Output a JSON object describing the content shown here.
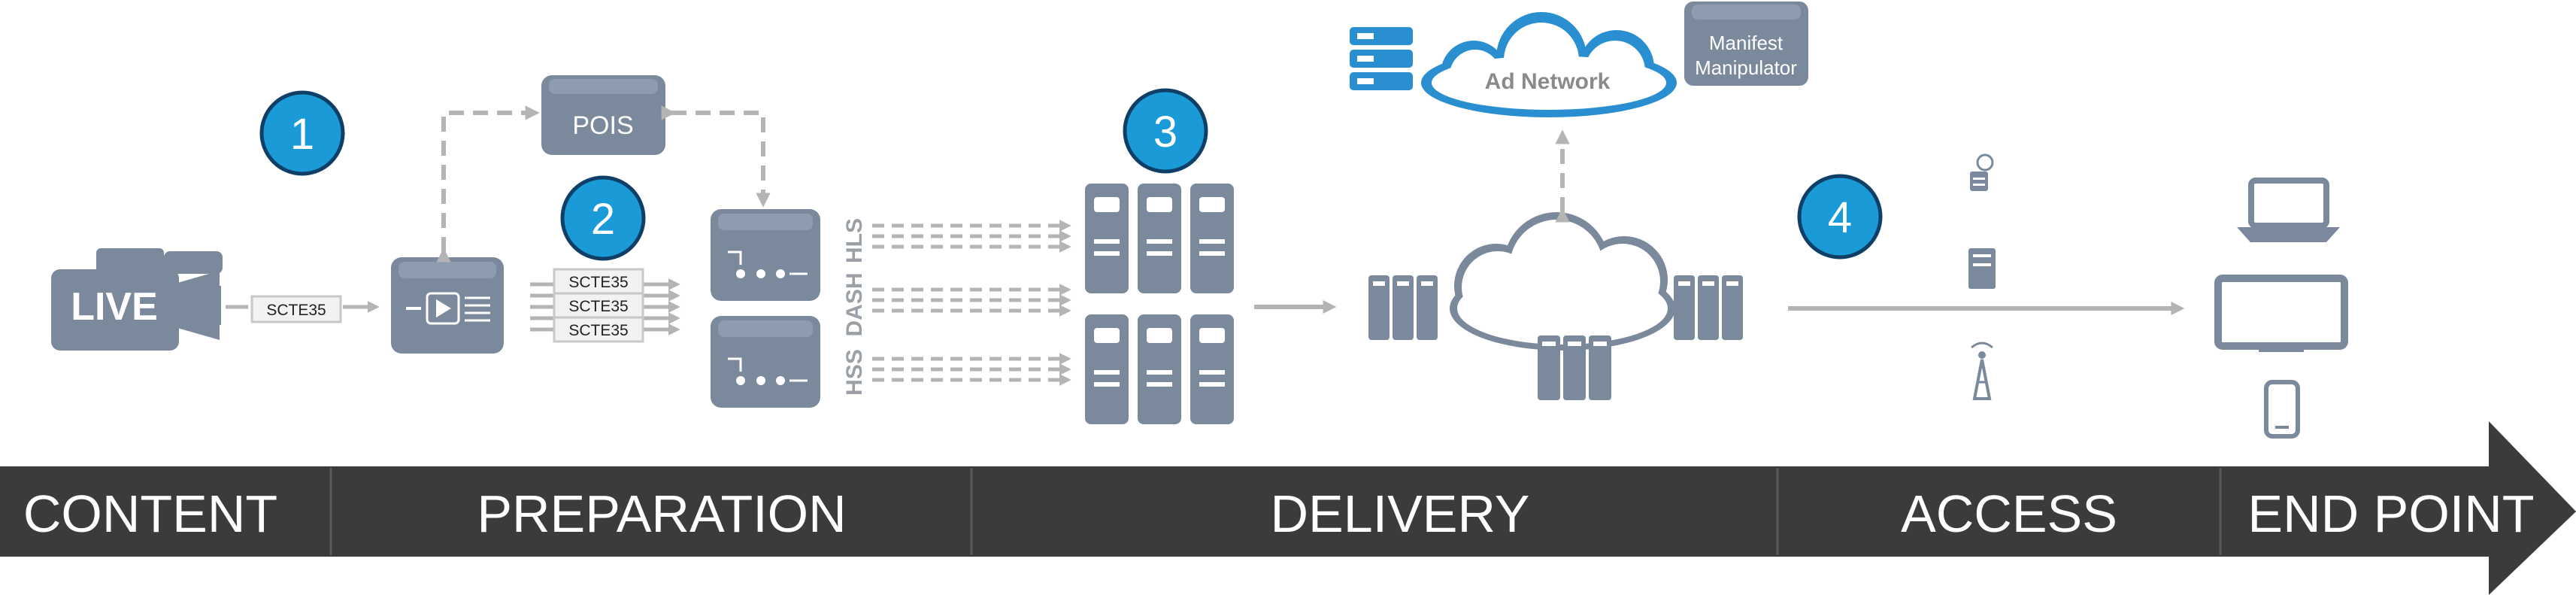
{
  "stages": [
    {
      "label": "CONTENT"
    },
    {
      "label": "PREPARATION"
    },
    {
      "label": "DELIVERY"
    },
    {
      "label": "ACCESS"
    },
    {
      "label": "END POINT"
    }
  ],
  "steps": [
    "1",
    "2",
    "3",
    "4"
  ],
  "source": {
    "label": "LIVE"
  },
  "pois": {
    "label": "POIS"
  },
  "signal_tags": {
    "input": "SCTE35",
    "outputs": [
      "SCTE35",
      "SCTE35",
      "SCTE35"
    ]
  },
  "protocols": [
    "HLS",
    "DASH",
    "HSS"
  ],
  "ad_network": {
    "label": "Ad Network"
  },
  "manifest_manipulator": {
    "line1": "Manifest",
    "line2": "Manipulator"
  },
  "colors": {
    "stage_bar": "#3b3b3b",
    "step_circle": "#1a9ad6",
    "device_gray": "#7a8a9c",
    "cloud_blue": "#2a8fd0",
    "arrow_gray": "#b4b4b4"
  }
}
